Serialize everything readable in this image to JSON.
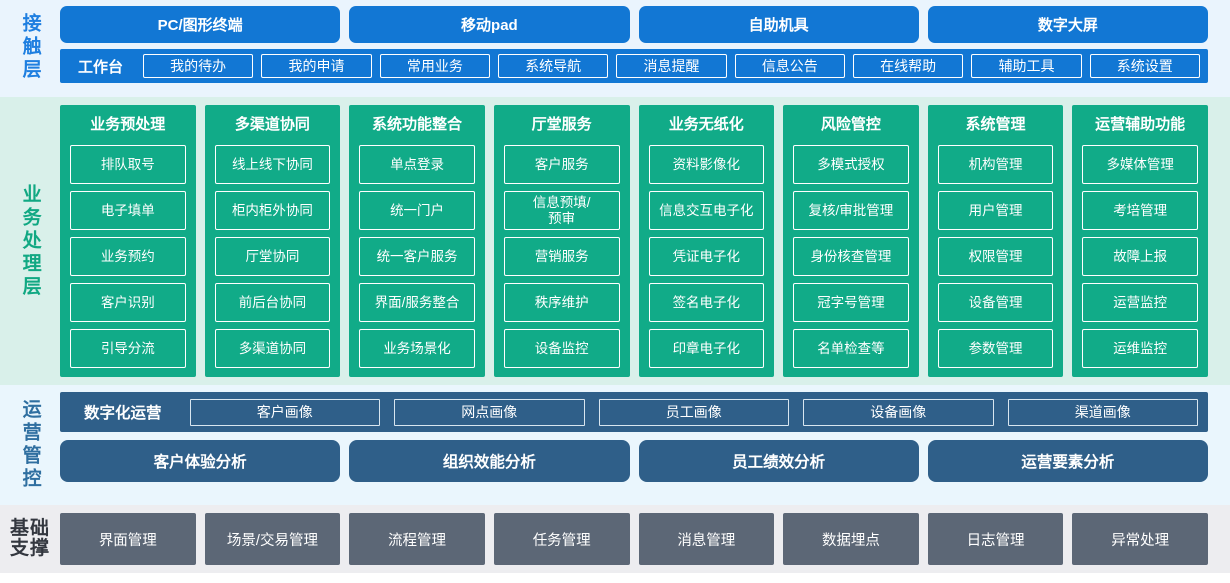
{
  "contact_layer": {
    "side_label": "接触层",
    "terminals": [
      {
        "label": "PC/图形终端"
      },
      {
        "label": "移动pad"
      },
      {
        "label": "自助机具"
      },
      {
        "label": "数字大屏"
      }
    ],
    "workbench_title": "工作台",
    "workbench_buttons": [
      {
        "label": "我的待办"
      },
      {
        "label": "我的申请"
      },
      {
        "label": "常用业务"
      },
      {
        "label": "系统导航"
      },
      {
        "label": "消息提醒"
      },
      {
        "label": "信息公告"
      },
      {
        "label": "在线帮助"
      },
      {
        "label": "辅助工具"
      },
      {
        "label": "系统设置"
      }
    ]
  },
  "business_layer": {
    "side_label": "业务处理层",
    "columns": [
      {
        "title": "业务预处理",
        "items": [
          "排队取号",
          "电子填单",
          "业务预约",
          "客户识别",
          "引导分流"
        ]
      },
      {
        "title": "多渠道协同",
        "items": [
          "线上线下协同",
          "柜内柜外协同",
          "厅堂协同",
          "前后台协同",
          "多渠道协同"
        ]
      },
      {
        "title": "系统功能整合",
        "items": [
          "单点登录",
          "统一门户",
          "统一客户服务",
          "界面/服务整合",
          "业务场景化"
        ]
      },
      {
        "title": "厅堂服务",
        "items": [
          "客户服务",
          "信息预填/\n预审",
          "营销服务",
          "秩序维护",
          "设备监控"
        ]
      },
      {
        "title": "业务无纸化",
        "items": [
          "资料影像化",
          "信息交互电子化",
          "凭证电子化",
          "签名电子化",
          "印章电子化"
        ]
      },
      {
        "title": "风险管控",
        "items": [
          "多模式授权",
          "复核/审批管理",
          "身份核查管理",
          "冠字号管理",
          "名单检查等"
        ]
      },
      {
        "title": "系统管理",
        "items": [
          "机构管理",
          "用户管理",
          "权限管理",
          "设备管理",
          "参数管理"
        ]
      },
      {
        "title": "运营辅助功能",
        "items": [
          "多媒体管理",
          "考培管理",
          "故障上报",
          "运营监控",
          "运维监控"
        ]
      }
    ]
  },
  "ops_layer": {
    "side_label": "运营管控",
    "digital_title": "数字化运营",
    "portraits": [
      {
        "label": "客户画像"
      },
      {
        "label": "网点画像"
      },
      {
        "label": "员工画像"
      },
      {
        "label": "设备画像"
      },
      {
        "label": "渠道画像"
      }
    ],
    "analyses": [
      {
        "label": "客户体验分析"
      },
      {
        "label": "组织效能分析"
      },
      {
        "label": "员工绩效分析"
      },
      {
        "label": "运营要素分析"
      }
    ]
  },
  "base_layer": {
    "side_label_line1": "基础",
    "side_label_line2": "支撑",
    "items": [
      {
        "label": "界面管理"
      },
      {
        "label": "场景/交易管理"
      },
      {
        "label": "流程管理"
      },
      {
        "label": "任务管理"
      },
      {
        "label": "消息管理"
      },
      {
        "label": "数据埋点"
      },
      {
        "label": "日志管理"
      },
      {
        "label": "异常处理"
      }
    ]
  },
  "colors": {
    "contact_bg": "#eaf4fd",
    "contact_accent": "#1277d4",
    "business_bg": "#d9f0ea",
    "business_accent": "#11ab88",
    "ops_bg": "#eaf6fd",
    "ops_accent": "#2f5f89",
    "base_bg": "#ededf0",
    "base_accent": "#5c6776"
  }
}
